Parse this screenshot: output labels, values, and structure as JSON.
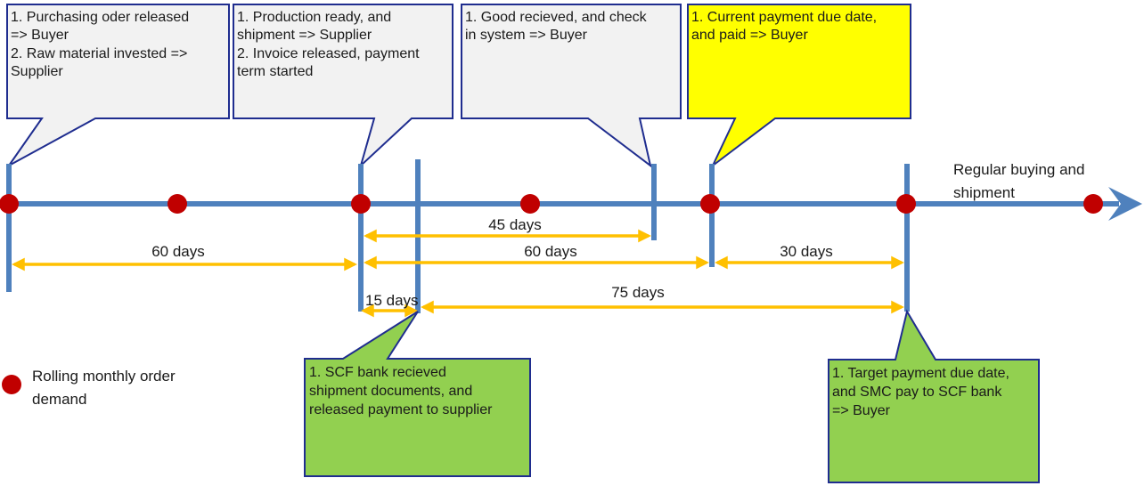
{
  "colors": {
    "timeline": "#4f81bd",
    "milestone_dot": "#c00000",
    "duration_arrow": "#ffc000",
    "callout_border": "#1f2d8f",
    "callout_gray": "#f2f2f2",
    "callout_yellow": "#ffff00",
    "callout_green": "#92d050"
  },
  "callouts": {
    "po_release": {
      "line1": "1. Purchasing oder released",
      "line2": "=> Buyer",
      "line3": "2. Raw material invested =>",
      "line4": "Supplier"
    },
    "production_ready": {
      "line1": "1. Production ready, and",
      "line2": "shipment => Supplier",
      "line3": "2. Invoice released, payment",
      "line4": "term started"
    },
    "goods_received": {
      "line1": "1. Good recieved, and check",
      "line2": "in system => Buyer"
    },
    "current_payment": {
      "line1": "1. Current payment due date,",
      "line2": "and paid => Buyer"
    },
    "scf_bank": {
      "line1": "1. SCF bank recieved",
      "line2": "shipment documents, and",
      "line3": "released payment to supplier"
    },
    "target_payment": {
      "line1": "1. Target payment due date,",
      "line2": "and SMC pay to SCF bank",
      "line3": "=> Buyer"
    }
  },
  "durations": {
    "d60_first": "60 days",
    "d45": "45 days",
    "d60_second": "60 days",
    "d30": "30 days",
    "d15": "15 days",
    "d75": "75 days"
  },
  "timeline_label": {
    "line1": "Regular buying and",
    "line2": "shipment"
  },
  "legend": {
    "line1": "Rolling monthly  order",
    "line2": "demand"
  }
}
